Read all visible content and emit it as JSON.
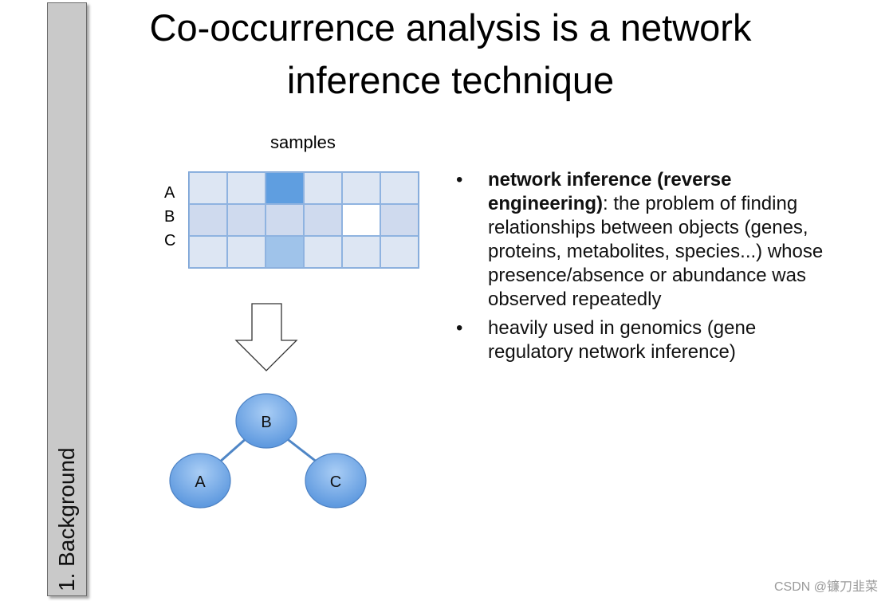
{
  "section": {
    "label": "1. Background"
  },
  "title": "Co-occurrence analysis is a network inference technique",
  "matrix": {
    "header": "samples",
    "row_labels": [
      "A",
      "B",
      "C"
    ],
    "cell_colors": [
      [
        "#dde6f3",
        "#dde6f3",
        "#5f9ee0",
        "#dde6f3",
        "#dde6f3",
        "#dde6f3"
      ],
      [
        "#cfdaee",
        "#cfdaee",
        "#cfdaee",
        "#cfdaee",
        "#ffffff",
        "#cfdaee"
      ],
      [
        "#dde6f3",
        "#dde6f3",
        "#9fc3ea",
        "#dde6f3",
        "#dde6f3",
        "#dde6f3"
      ]
    ]
  },
  "network": {
    "nodes": [
      "B",
      "A",
      "C"
    ],
    "node_color": "#6aa5e8",
    "edge_color": "#4f86c6"
  },
  "bullets": [
    {
      "bold": "network inference (reverse engineering)",
      "text": ": the problem of finding relationships between objects (genes, proteins, metabolites, species...) whose presence/absence or abundance was observed repeatedly"
    },
    {
      "bold": "",
      "text": "heavily used in genomics (gene regulatory network inference)"
    }
  ],
  "watermark": "CSDN @镰刀韭菜"
}
